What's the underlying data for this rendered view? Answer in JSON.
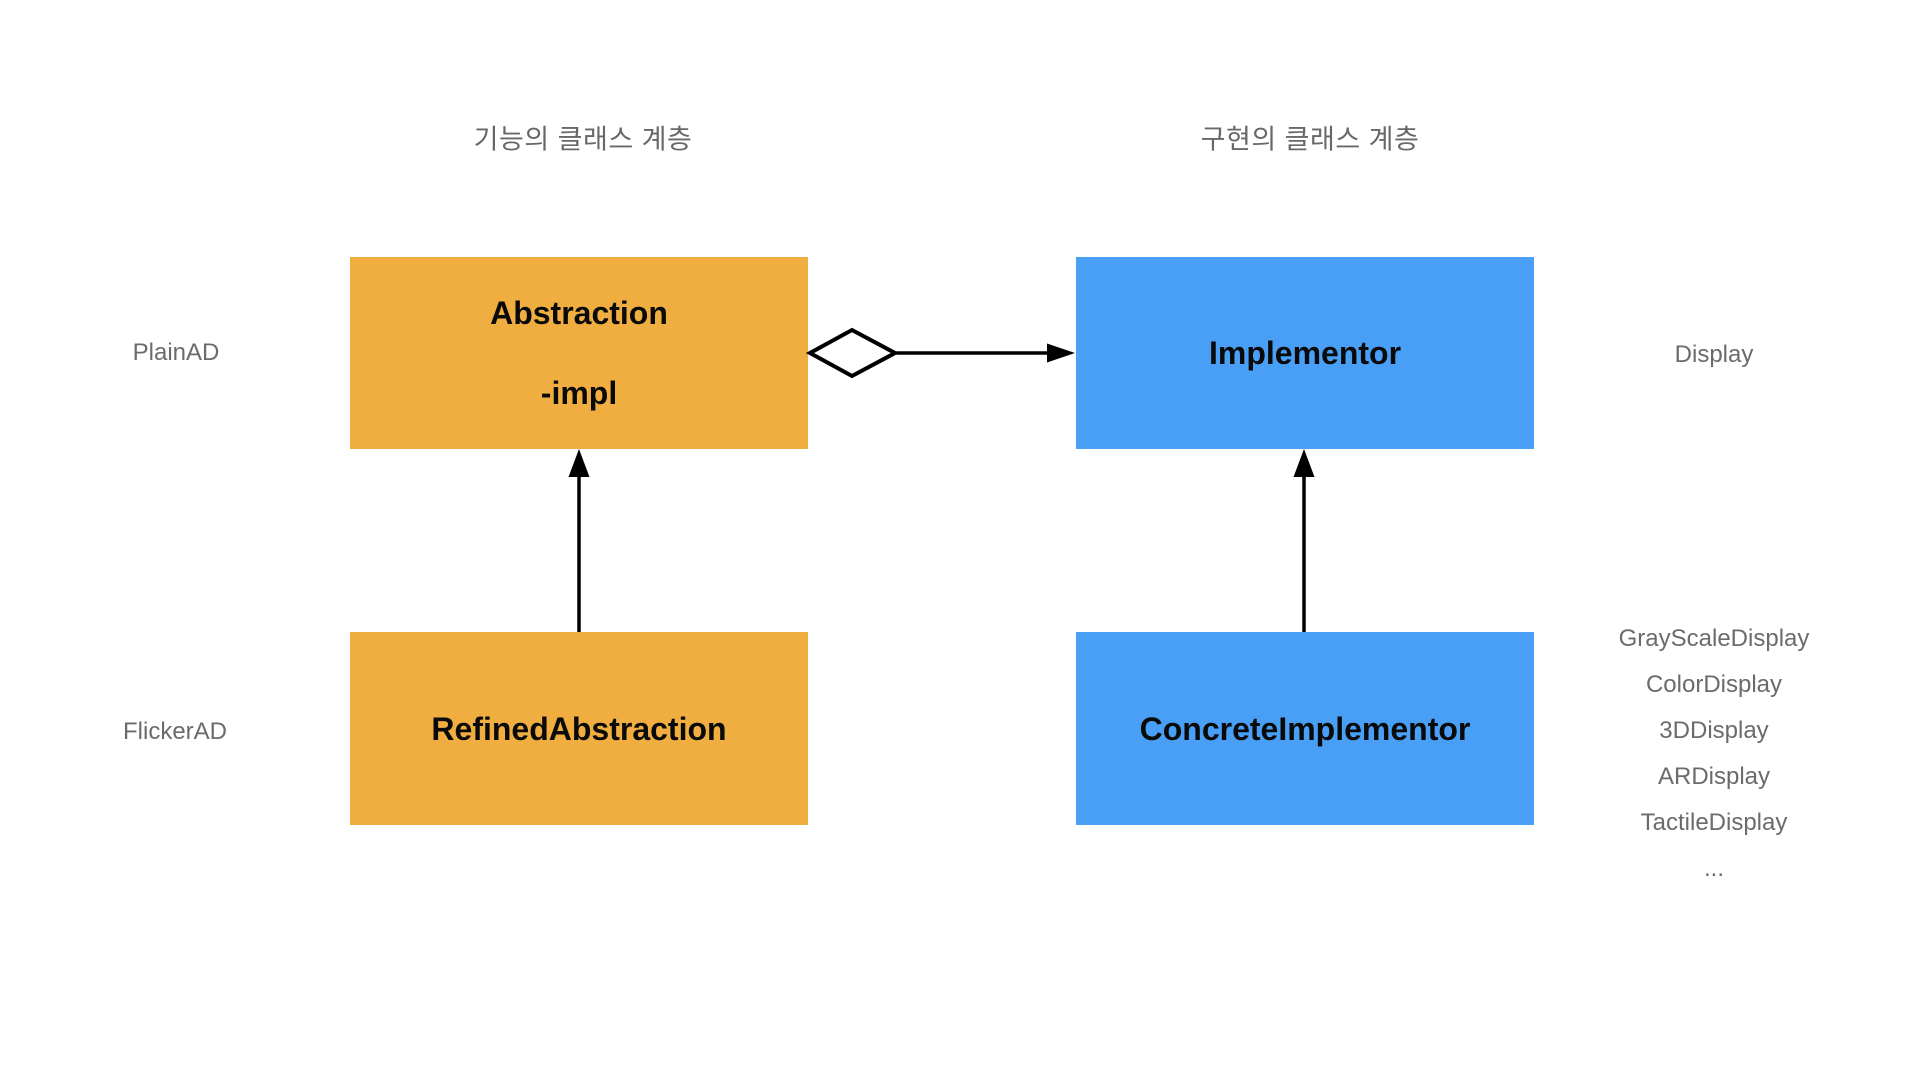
{
  "headers": {
    "left": "기능의 클래스 계층",
    "right": "구현의 클래스 계층"
  },
  "classes": {
    "abstraction": {
      "name": "Abstraction",
      "field": "-impl"
    },
    "implementor": {
      "name": "Implementor"
    },
    "refined_abstraction": {
      "name": "RefinedAbstraction"
    },
    "concrete_implementor": {
      "name": "ConcreteImplementor"
    }
  },
  "annotations": {
    "left_top": "PlainAD",
    "left_bottom": "FlickerAD",
    "right_top": "Display",
    "right_bottom_list": [
      "GrayScaleDisplay",
      "ColorDisplay",
      "3DDisplay",
      "ARDisplay",
      "TactileDisplay",
      "..."
    ]
  },
  "colors": {
    "function_hierarchy_box": "#F1AE40",
    "implementation_hierarchy_box": "#499FF5",
    "annotation_text": "#6B6B6B",
    "header_text": "#686868",
    "connector": "#000000"
  }
}
